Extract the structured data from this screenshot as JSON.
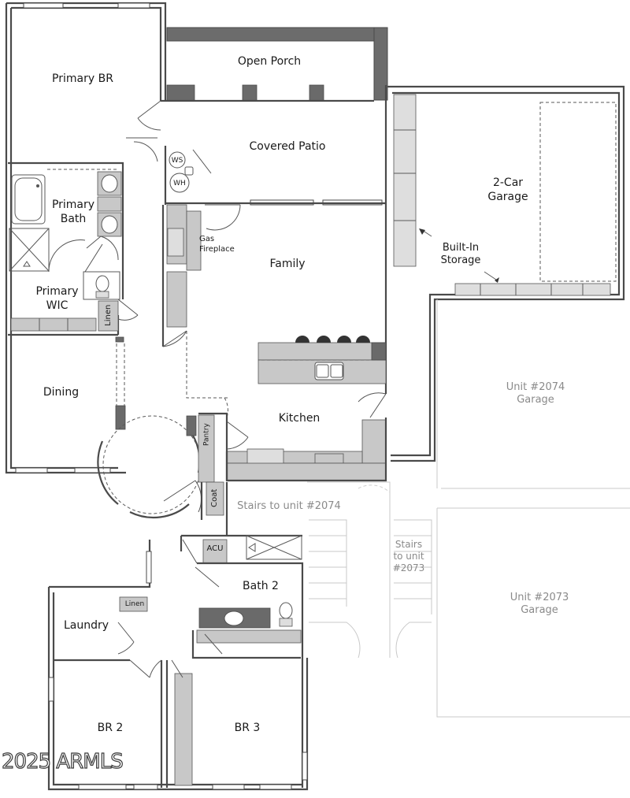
{
  "rooms": {
    "primary_br": "Primary BR",
    "open_porch": "Open Porch",
    "covered_patio": "Covered Patio",
    "garage": "2-Car\nGarage",
    "primary_bath": "Primary\nBath",
    "family": "Family",
    "gas_fireplace": "Gas\nFireplace",
    "built_in_storage": "Built-In\nStorage",
    "primary_wic": "Primary\nWIC",
    "linen_primary": "Linen",
    "dining": "Dining",
    "kitchen": "Kitchen",
    "pantry": "Pantry",
    "coat": "Coat",
    "acu": "ACU",
    "bath_2": "Bath 2",
    "laundry": "Laundry",
    "linen_laundry": "Linen",
    "br_2": "BR 2",
    "br_3": "BR 3"
  },
  "fixtures": {
    "ws": "WS",
    "wh": "WH"
  },
  "neighbors": {
    "unit_2074_garage": "Unit #2074\nGarage",
    "stairs_2074": "Stairs to unit #2074",
    "stairs_2073": "Stairs\nto unit\n#2073",
    "unit_2073_garage": "Unit #2073\nGarage"
  },
  "watermark": "2025 ARMLS",
  "colors": {
    "wall": "#6e6e6e",
    "wall_dark": "#5a5a5a",
    "cabinet": "#c8c8c8",
    "line": "#4a4a4a",
    "ghost": "#c9c9c9"
  }
}
